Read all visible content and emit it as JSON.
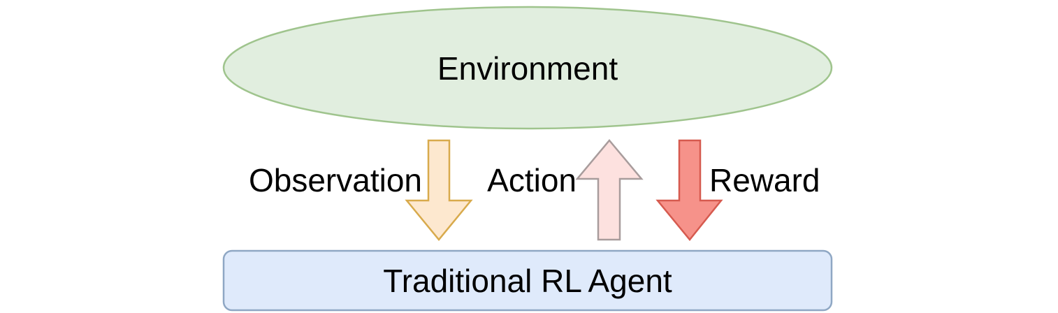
{
  "diagram": {
    "environment": {
      "label": "Environment",
      "fill": "#e1eedf",
      "stroke": "#9fc48d"
    },
    "agent": {
      "label": "Traditional RL Agent",
      "fill": "#dfeafb",
      "stroke": "#8fa7c4"
    },
    "arrows": [
      {
        "id": "observation",
        "label": "Observation",
        "direction": "down",
        "fill": "#fde8cf",
        "stroke": "#d8aa4c"
      },
      {
        "id": "action",
        "label": "Action",
        "direction": "up",
        "fill": "#fde1df",
        "stroke": "#a89c9c"
      },
      {
        "id": "reward",
        "label": "Reward",
        "direction": "down",
        "fill": "#f6928a",
        "stroke": "#d65a4f"
      }
    ]
  }
}
